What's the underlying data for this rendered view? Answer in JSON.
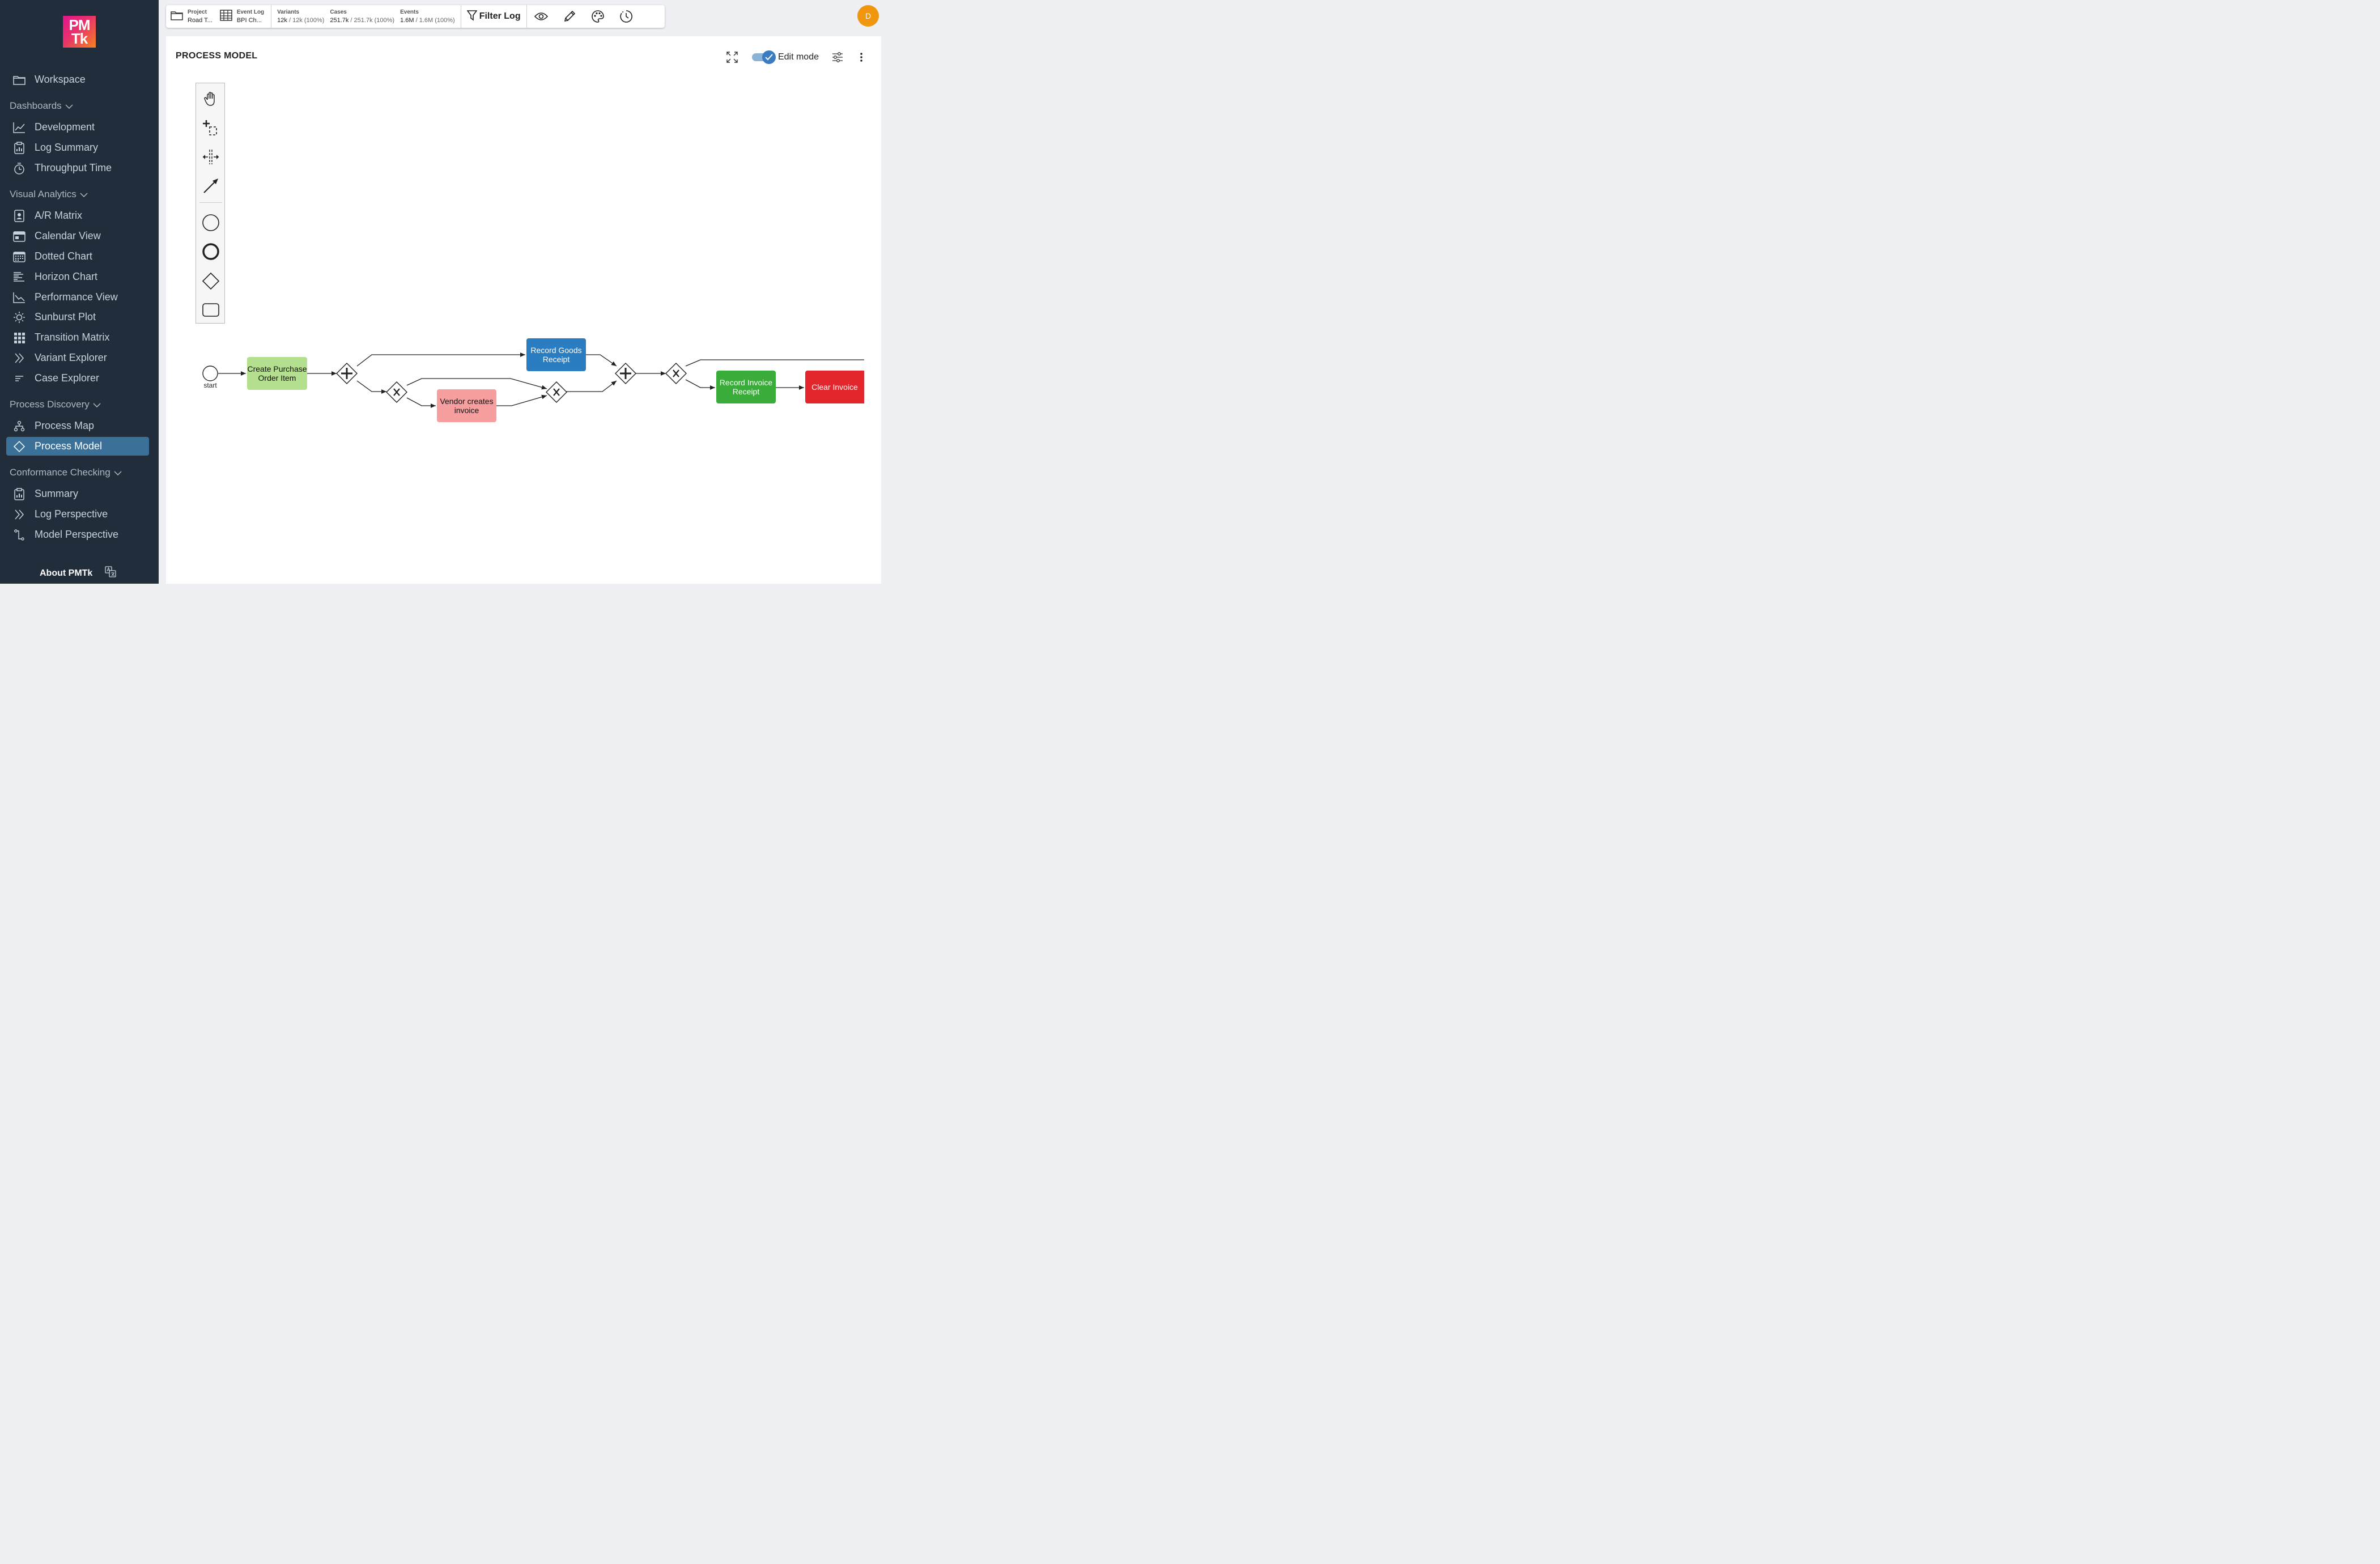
{
  "sidebar": {
    "logo_top": "PM",
    "logo_bottom": "Tk",
    "workspace": "Workspace",
    "sections": [
      {
        "label": "Dashboards",
        "items": [
          "Development",
          "Log Summary",
          "Throughput Time"
        ]
      },
      {
        "label": "Visual Analytics",
        "items": [
          "A/R Matrix",
          "Calendar View",
          "Dotted Chart",
          "Horizon Chart",
          "Performance View",
          "Sunburst Plot",
          "Transition Matrix",
          "Variant Explorer",
          "Case Explorer"
        ]
      },
      {
        "label": "Process Discovery",
        "items": [
          "Process Map",
          "Process Model"
        ]
      },
      {
        "label": "Conformance Checking",
        "items": [
          "Summary",
          "Log Perspective",
          "Model Perspective"
        ]
      }
    ],
    "active_item": "Process Model",
    "about": "About PMTk"
  },
  "toolbar": {
    "project_label": "Project",
    "project_value": "Road T...",
    "eventlog_label": "Event Log",
    "eventlog_value": "BPI Ch...",
    "variants_label": "Variants",
    "variants_value": "12k",
    "variants_total": " / 12k (100%)",
    "cases_label": "Cases",
    "cases_value": "251.7k",
    "cases_total": " / 251.7k (100%)",
    "events_label": "Events",
    "events_value": "1.6M",
    "events_total": " / 1.6M (100%)",
    "filter_label": "Filter Log"
  },
  "avatar_initial": "D",
  "panel": {
    "title": "PROCESS MODEL",
    "edit_mode_label": "Edit mode",
    "edit_mode_on": true
  },
  "diagram": {
    "start_label": "start",
    "tasks": {
      "create_po": "Create Purchase Order Item",
      "record_goods": "Record Goods Receipt",
      "vendor_invoice": "Vendor creates invoice",
      "record_invoice": "Record Invoice Receipt",
      "clear_invoice": "Clear Invoice"
    },
    "gateway_parallel_symbol": "+",
    "gateway_exclusive_symbol": "X"
  },
  "colors": {
    "sidebar_bg": "#222d3b",
    "active_item": "#3b7199",
    "task_green_light": "#b4df8e",
    "task_blue": "#2a7dc0",
    "task_pink": "#f79e9e",
    "task_green": "#3aac3a",
    "task_red": "#e3262b",
    "avatar": "#f0960f"
  }
}
